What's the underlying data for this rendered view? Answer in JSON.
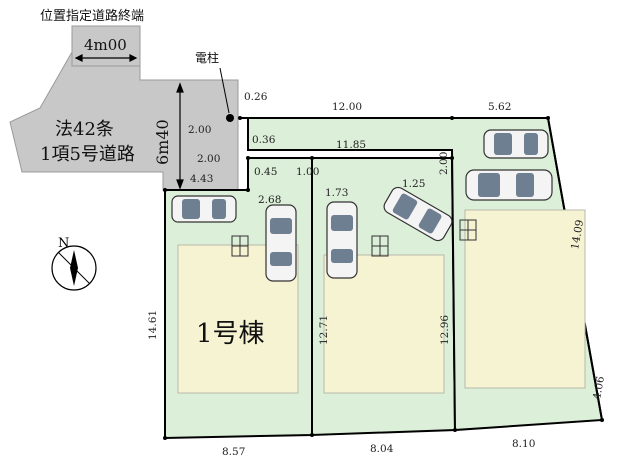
{
  "road_end_label": "位置指定道路終端",
  "road_end_width": "4m00",
  "road_name_line1": "法42条",
  "road_name_line2": "1項5号道路",
  "road_width": "6m40",
  "utility_pole_label": "電柱",
  "building_label": "1号棟",
  "dimensions": {
    "d026": "0.26",
    "d200a": "2.00",
    "d036": "0.36",
    "d200b": "2.00",
    "d045": "0.45",
    "d100": "1.00",
    "d443": "4.43",
    "d1200": "12.00",
    "d562": "5.62",
    "d1185": "11.85",
    "d200c": "2.00",
    "d268": "2.68",
    "d173": "1.73",
    "d125": "1.25",
    "d1409": "14.09",
    "d1461": "14.61",
    "d1271": "12.71",
    "d1296": "12.96",
    "d406": "4.06",
    "d857": "8.57",
    "d804": "8.04",
    "d810": "8.10"
  },
  "colors": {
    "lot_green": "#dcefd9",
    "building_yellow": "#f6f3d3",
    "road_gray": "#c8c8c8",
    "boundary": "#000000"
  }
}
